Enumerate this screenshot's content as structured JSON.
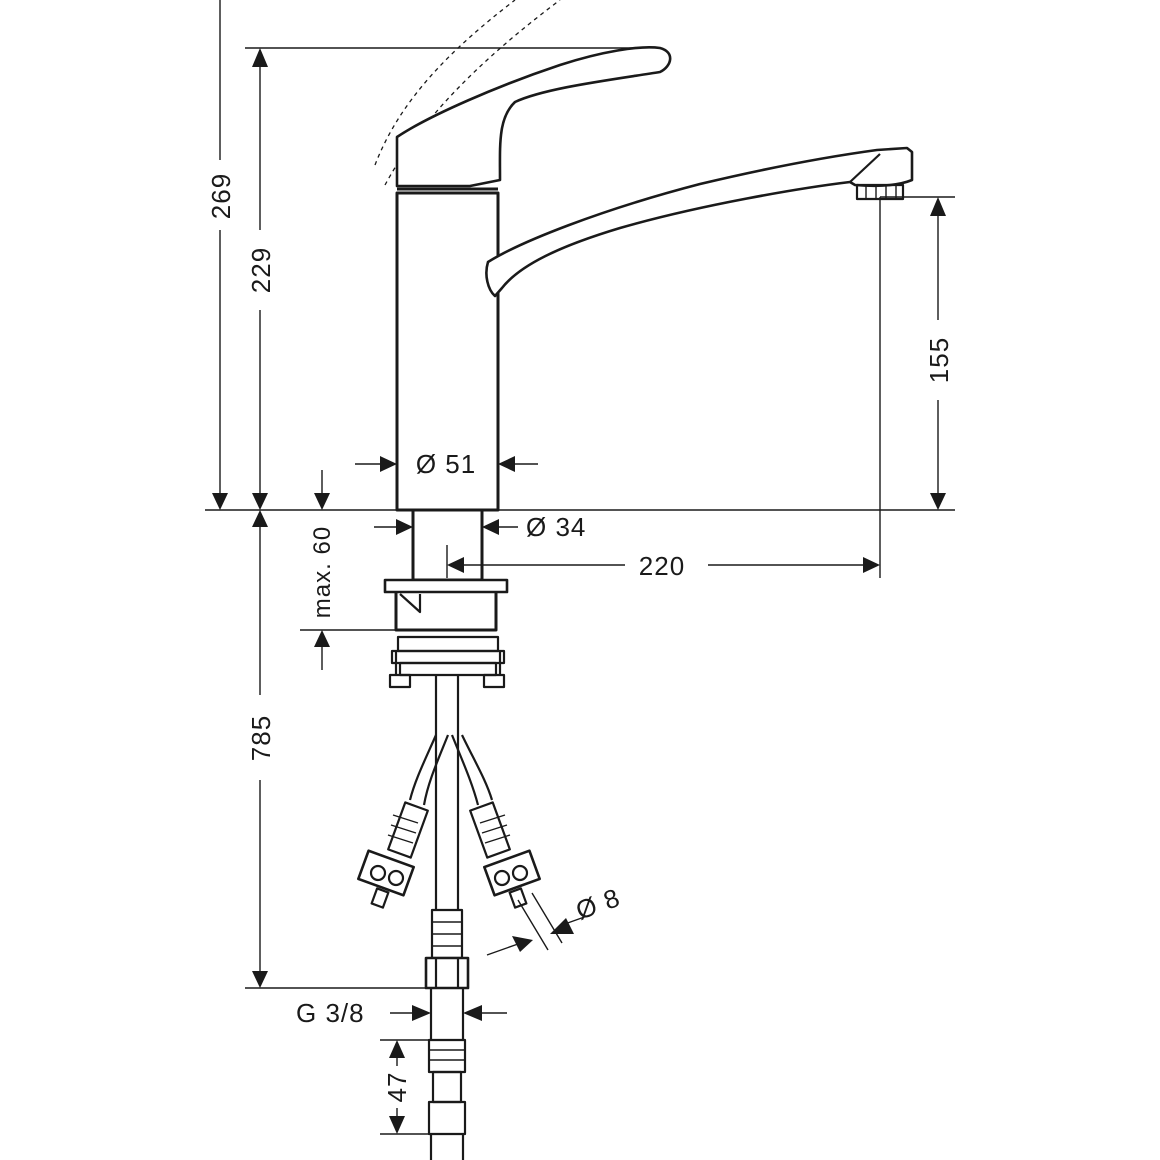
{
  "dimensions": {
    "total_height": "269",
    "height_to_lever": "229",
    "spout_clearance": "155",
    "body_diameter": "Ø 51",
    "shank_diameter": "Ø 34",
    "spout_reach": "220",
    "max_counter_thickness": "max. 60",
    "hose_length": "785",
    "hose_diameter": "Ø  8",
    "connection_thread": "G  3/8",
    "connector_length": "47"
  }
}
